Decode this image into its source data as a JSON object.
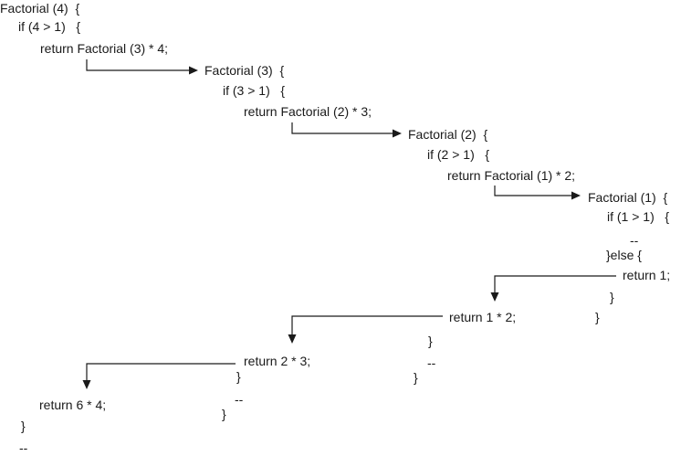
{
  "lines": [
    "Factorial (4)  {",
    "if (4 > 1)   {",
    "return Factorial (3) * 4;",
    "Factorial (3)  {",
    "if (3 > 1)   {",
    "return Factorial (2) * 3;",
    "Factorial (2)  {",
    "if (2 > 1)   {",
    "return Factorial (1) * 2;",
    "Factorial (1)  {",
    "if (1 > 1)   {",
    "--",
    "}else {",
    "return 1;",
    "}",
    "return 1 * 2;",
    "}",
    "}",
    "--",
    "}",
    "return 2 * 3;",
    "}",
    "--",
    "}",
    "return 6 * 4;",
    "}",
    "--"
  ]
}
